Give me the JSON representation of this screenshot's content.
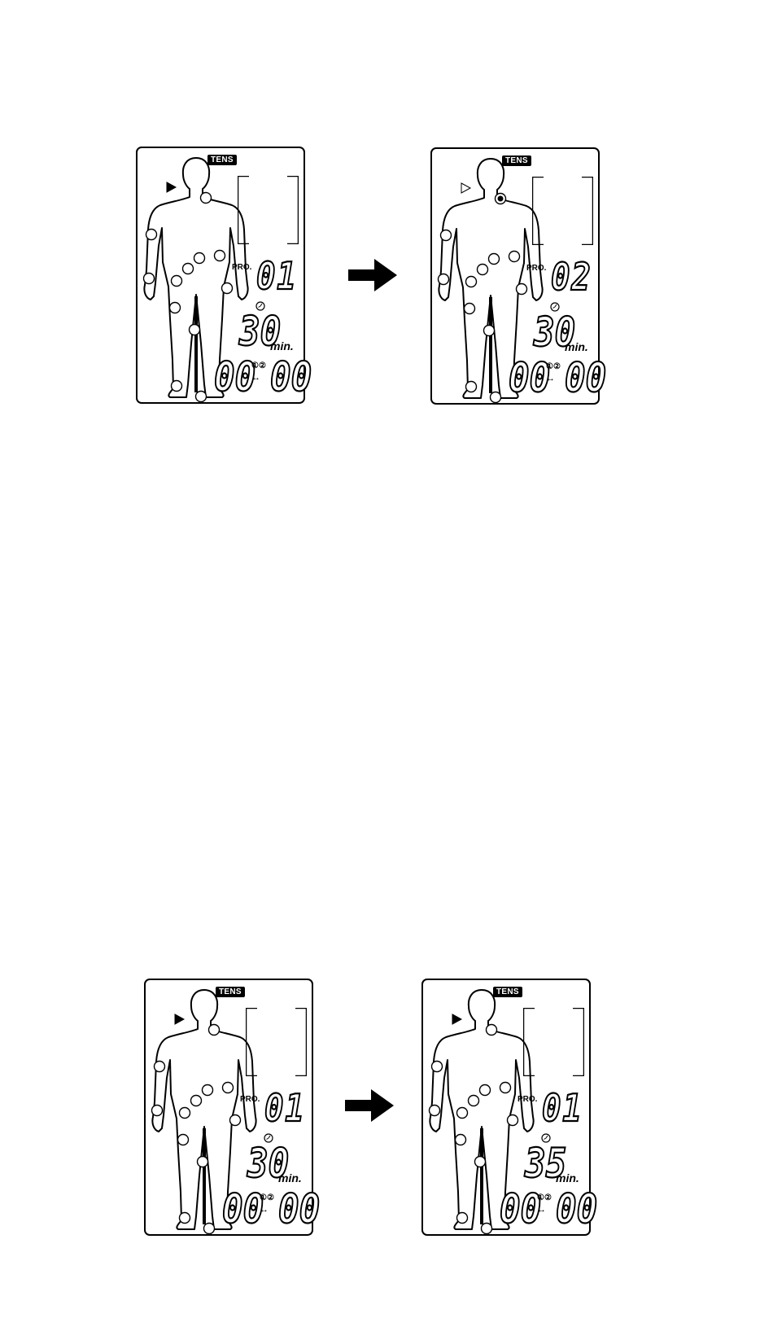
{
  "panels": [
    {
      "id": "top-left",
      "badge": "TENS",
      "pro_label": "PRO.",
      "program": "01",
      "time": "30",
      "unit": "min.",
      "ch1": "00",
      "ch2": "00",
      "channel_marks": "①②",
      "channel_arrow": "↔",
      "pointer_filled": true,
      "active_shoulder_dot": false
    },
    {
      "id": "top-right",
      "badge": "TENS",
      "pro_label": "PRO.",
      "program": "02",
      "time": "30",
      "unit": "min.",
      "ch1": "00",
      "ch2": "00",
      "channel_marks": "①②",
      "channel_arrow": "↔",
      "pointer_filled": false,
      "active_shoulder_dot": true
    },
    {
      "id": "bottom-left",
      "badge": "TENS",
      "pro_label": "PRO.",
      "program": "01",
      "time": "30",
      "unit": "min.",
      "ch1": "00",
      "ch2": "00",
      "channel_marks": "①②",
      "channel_arrow": "↔",
      "pointer_filled": true,
      "active_shoulder_dot": false
    },
    {
      "id": "bottom-right",
      "badge": "TENS",
      "pro_label": "PRO.",
      "program": "01",
      "time": "35",
      "unit": "min.",
      "ch1": "00",
      "ch2": "00",
      "channel_marks": "①②",
      "channel_arrow": "↔",
      "pointer_filled": true,
      "active_shoulder_dot": false
    }
  ],
  "icons": {
    "arrow": "right-arrow-icon",
    "timer": "clock-icon",
    "pointer": "triangle-pointer-icon",
    "electrode": "circle-electrode-icon"
  }
}
